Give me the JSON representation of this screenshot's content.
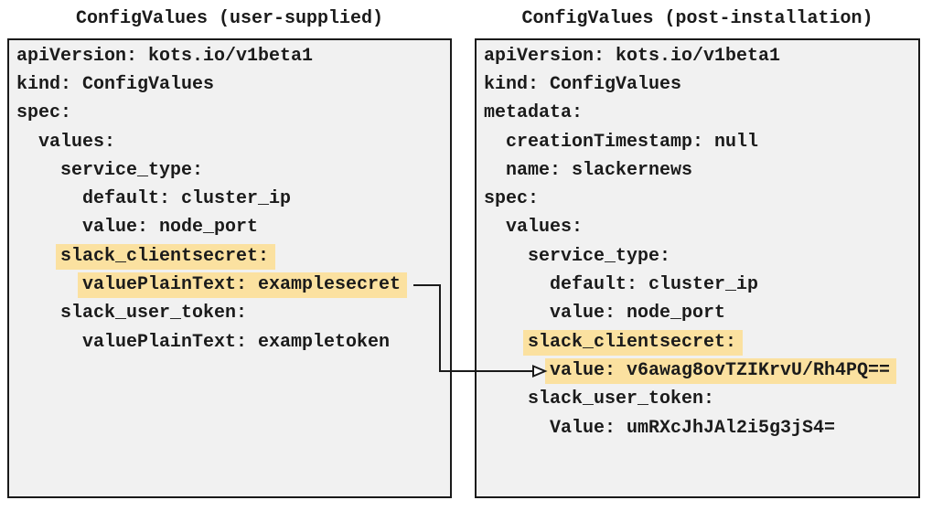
{
  "diagram": {
    "left_panel": {
      "title": "ConfigValues (user-supplied)",
      "lines": [
        {
          "indent": 0,
          "text": "apiVersion: kots.io/v1beta1",
          "hl": false
        },
        {
          "indent": 0,
          "text": "kind: ConfigValues",
          "hl": false
        },
        {
          "indent": 0,
          "text": "spec:",
          "hl": false
        },
        {
          "indent": 2,
          "text": "values:",
          "hl": false
        },
        {
          "indent": 4,
          "text": "service_type:",
          "hl": false
        },
        {
          "indent": 6,
          "text": "default: cluster_ip",
          "hl": false
        },
        {
          "indent": 6,
          "text": "value: node_port",
          "hl": false
        },
        {
          "indent": 4,
          "text": "slack_clientsecret:",
          "hl": true
        },
        {
          "indent": 6,
          "text": "valuePlainText: examplesecret",
          "hl": true
        },
        {
          "indent": 4,
          "text": "slack_user_token:",
          "hl": false
        },
        {
          "indent": 6,
          "text": "valuePlainText: exampletoken",
          "hl": false
        }
      ]
    },
    "right_panel": {
      "title": "ConfigValues (post-installation)",
      "lines": [
        {
          "indent": 0,
          "text": "apiVersion: kots.io/v1beta1",
          "hl": false
        },
        {
          "indent": 0,
          "text": "kind: ConfigValues",
          "hl": false
        },
        {
          "indent": 0,
          "text": "metadata:",
          "hl": false
        },
        {
          "indent": 2,
          "text": "creationTimestamp: null",
          "hl": false
        },
        {
          "indent": 2,
          "text": "name: slackernews",
          "hl": false
        },
        {
          "indent": 0,
          "text": "spec:",
          "hl": false
        },
        {
          "indent": 2,
          "text": "values:",
          "hl": false
        },
        {
          "indent": 4,
          "text": "service_type:",
          "hl": false
        },
        {
          "indent": 6,
          "text": "default: cluster_ip",
          "hl": false
        },
        {
          "indent": 6,
          "text": "value: node_port",
          "hl": false
        },
        {
          "indent": 4,
          "text": "slack_clientsecret:",
          "hl": true
        },
        {
          "indent": 6,
          "text": "value: v6awag8ovTZIKrvU/Rh4PQ==",
          "hl": true
        },
        {
          "indent": 4,
          "text": "slack_user_token:",
          "hl": false
        },
        {
          "indent": 6,
          "text": "Value: umRXcJhJAl2i5g3jS4=",
          "hl": false
        }
      ]
    },
    "arrow": {
      "from": "valuePlainText: examplesecret",
      "to": "value: v6awag8ovTZIKrvU/Rh4PQ=="
    },
    "colors": {
      "highlight": "#fbe1a0",
      "panel_background": "#f1f1f1",
      "border": "#1a1a1a",
      "text": "#1b1b1b"
    }
  }
}
